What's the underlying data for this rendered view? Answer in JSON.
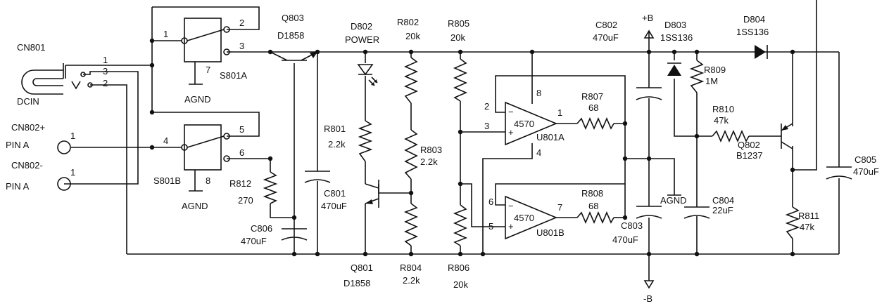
{
  "labels": {
    "cn801": "CN801",
    "cn801_p1": "1",
    "cn801_p3": "3",
    "cn801_p2": "2",
    "dcin": "DCIN",
    "cn802p": "CN802+",
    "pina1": "PIN A",
    "cn802m": "CN802-",
    "pina2": "PIN A",
    "cn802p_pin": "1",
    "cn802m_pin": "1",
    "s801a": "S801A",
    "s801a_p1": "1",
    "s801a_p2": "2",
    "s801a_p3": "3",
    "s801a_p7": "7",
    "agnd1": "AGND",
    "s801b": "S801B",
    "s801b_p4": "4",
    "s801b_p5": "5",
    "s801b_p6": "6",
    "s801b_p8": "8",
    "agnd2": "AGND",
    "q803": "Q803",
    "q803_part": "D1858",
    "r812": "R812",
    "r812_val": "270",
    "c806": "C806",
    "c806_val": "470uF",
    "r801": "R801",
    "r801_val": "2.2k",
    "c801": "C801",
    "c801_val": "470uF",
    "d802": "D802",
    "d802_name": "POWER",
    "r802": "R802",
    "r802_val": "20k",
    "q801": "Q801",
    "q801_part": "D1858",
    "r803": "R803",
    "r803_val": "2.2k",
    "r804": "R804",
    "r804_val": "2.2k",
    "r805": "R805",
    "r805_val": "20k",
    "r806": "R806",
    "r806_val": "20k",
    "u801a": "U801A",
    "u801a_name": "4570",
    "u801a_p2": "2",
    "u801a_p3": "3",
    "u801a_p1": "1",
    "u801a_p8": "8",
    "u801a_p4": "4",
    "u801b": "U801B",
    "u801b_name": "4570",
    "u801b_p6": "6",
    "u801b_p5": "5",
    "u801b_p7": "7",
    "r807": "R807",
    "r807_val": "68",
    "r808": "R808",
    "r808_val": "68",
    "c802": "C802",
    "c802_val": "470uF",
    "c803": "C803",
    "c803_val": "470uF",
    "plusb": "+B",
    "minusb": "-B",
    "agnd3": "AGND",
    "d803": "D803",
    "d803_part": "1SS136",
    "r809": "R809",
    "r809_val": "1M",
    "r810": "R810",
    "r810_val": "47k",
    "c804": "C804",
    "c804_val": "22uF",
    "d804": "D804",
    "d804_part": "1SS136",
    "q802": "Q802",
    "q802_part": "B1237",
    "r811": "R811",
    "r811_val": "47k",
    "c805": "C805",
    "c805_val": "470uF",
    "op_plus": "+",
    "op_minus": "−"
  }
}
